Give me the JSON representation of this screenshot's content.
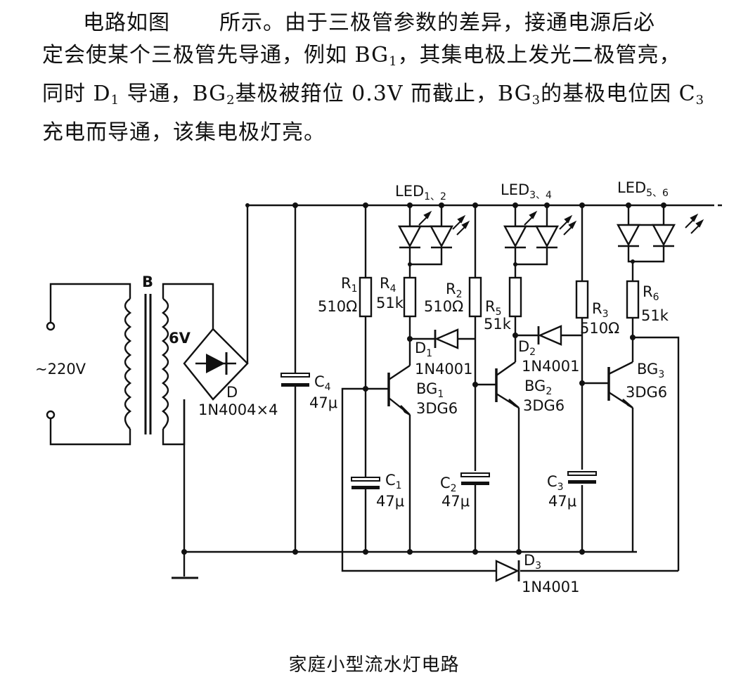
{
  "description": {
    "line1_a": "电路如图",
    "line1_b": "所示。由于三极管参数的差异，接通电源后必",
    "line2_a": "定会使某个三极管先导通，例如 BG",
    "line2_sub": "1",
    "line2_b": "，其集电极上发光二极管亮，",
    "line3_a": "同时 D",
    "line3_sub1": "1",
    "line3_b": " 导通，BG",
    "line3_sub2": "2",
    "line3_c": "基极被箝位 0.3V 而截止，BG",
    "line3_sub3": "3",
    "line3_d": "的基极电位因 C",
    "line3_sub4": "3",
    "line4": "充电而导通，该集电极灯亮。"
  },
  "caption": "家庭小型流水灯电路",
  "labels": {
    "mains": "~220V",
    "transformer": "B",
    "secondary": "6V",
    "bridge": "D",
    "bridge_part": "1N4004×4",
    "c4": "C",
    "c4_sub": "4",
    "c4_value": "47μ",
    "led12": "LED",
    "led12_sub": "1、2",
    "led34": "LED",
    "led34_sub": "3、4",
    "led56": "LED",
    "led56_sub": "5、6",
    "r1": "R",
    "r1_sub": "1",
    "r1_value": "510Ω",
    "r4": "R",
    "r4_sub": "4",
    "r4_value": "51k",
    "r2": "R",
    "r2_sub": "2",
    "r2_value": "510Ω",
    "r5": "R",
    "r5_sub": "5",
    "r5_value": "51k",
    "r3": "R",
    "r3_sub": "3",
    "r3_value": "510Ω",
    "r6": "R",
    "r6_sub": "6",
    "r6_value": "51k",
    "d1": "D",
    "d1_sub": "1",
    "d1_part": "1N4001",
    "d2": "D",
    "d2_sub": "2",
    "d2_part": "1N4001",
    "d3": "D",
    "d3_sub": "3",
    "d3_part": "1N4001",
    "bg1": "BG",
    "bg1_sub": "1",
    "bg1_part": "3DG6",
    "bg2": "BG",
    "bg2_sub": "2",
    "bg2_part": "3DG6",
    "bg3": "BG",
    "bg3_sub": "3",
    "bg3_part": "3DG6",
    "c1": "C",
    "c1_sub": "1",
    "c1_value": "47μ",
    "c2": "C",
    "c2_sub": "2",
    "c2_value": "47μ",
    "c3": "C",
    "c3_sub": "3",
    "c3_value": "47μ"
  }
}
